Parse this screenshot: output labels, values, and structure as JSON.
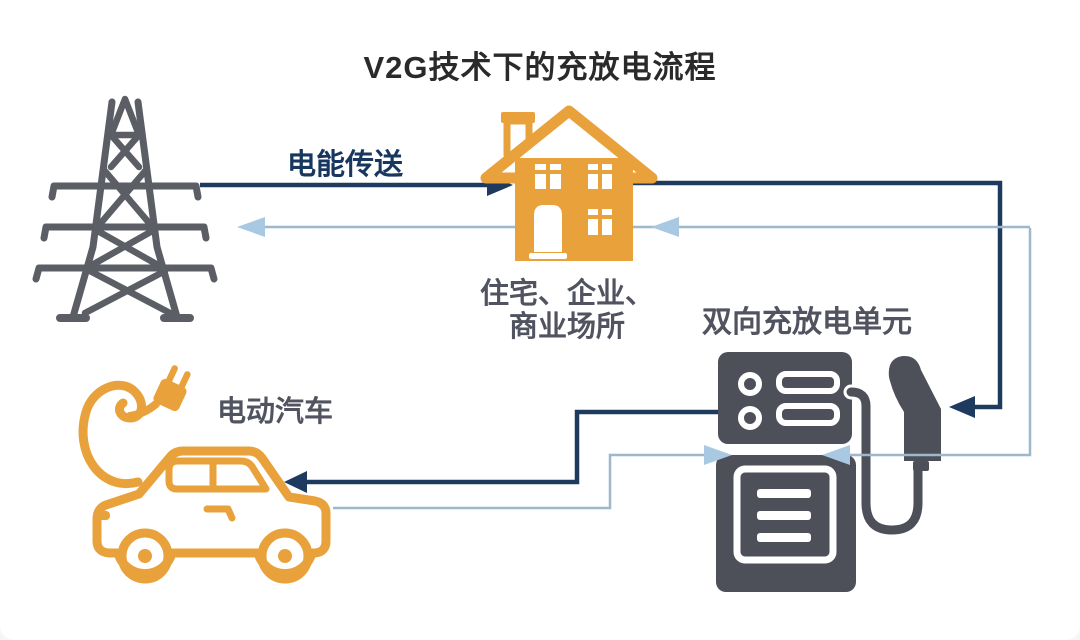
{
  "title": "V2G技术下的充放电流程",
  "labels": {
    "power_transfer": "电能传送",
    "building": {
      "line1": "住宅、企业、",
      "line2": "商业场所"
    },
    "bidirectional_unit": "双向充放电单元",
    "ev": "电动汽车"
  },
  "icons": {
    "grid": "transmission-tower",
    "building": "house",
    "unit": "charging-station-with-gun",
    "vehicle": "electric-car-with-plug"
  },
  "flows": [
    {
      "from": "power-grid",
      "to": "building",
      "style": "dark-arrow"
    },
    {
      "from": "building",
      "to": "charging-gun",
      "style": "dark-arrow"
    },
    {
      "from": "charging-unit",
      "to": "ev",
      "style": "dark-arrow"
    },
    {
      "from": "building",
      "to": "power-grid",
      "style": "light-arrow"
    },
    {
      "from": "right-loop",
      "to": "building",
      "style": "light-arrow"
    },
    {
      "from": "ev",
      "to": "charging-unit",
      "style": "light-arrow"
    }
  ],
  "colors": {
    "bg": "#ffffff",
    "title_color": "#2a2a2a",
    "navy": "#1e3a5e",
    "navy_label": "#17375e",
    "lblue_line": "#9db8ca",
    "lblue_head": "#a9c8e2",
    "orange": "#e9a23b",
    "tower_gray": "#5c5e66",
    "station_gray": "#4d4f59",
    "label_gray": "#515460"
  }
}
